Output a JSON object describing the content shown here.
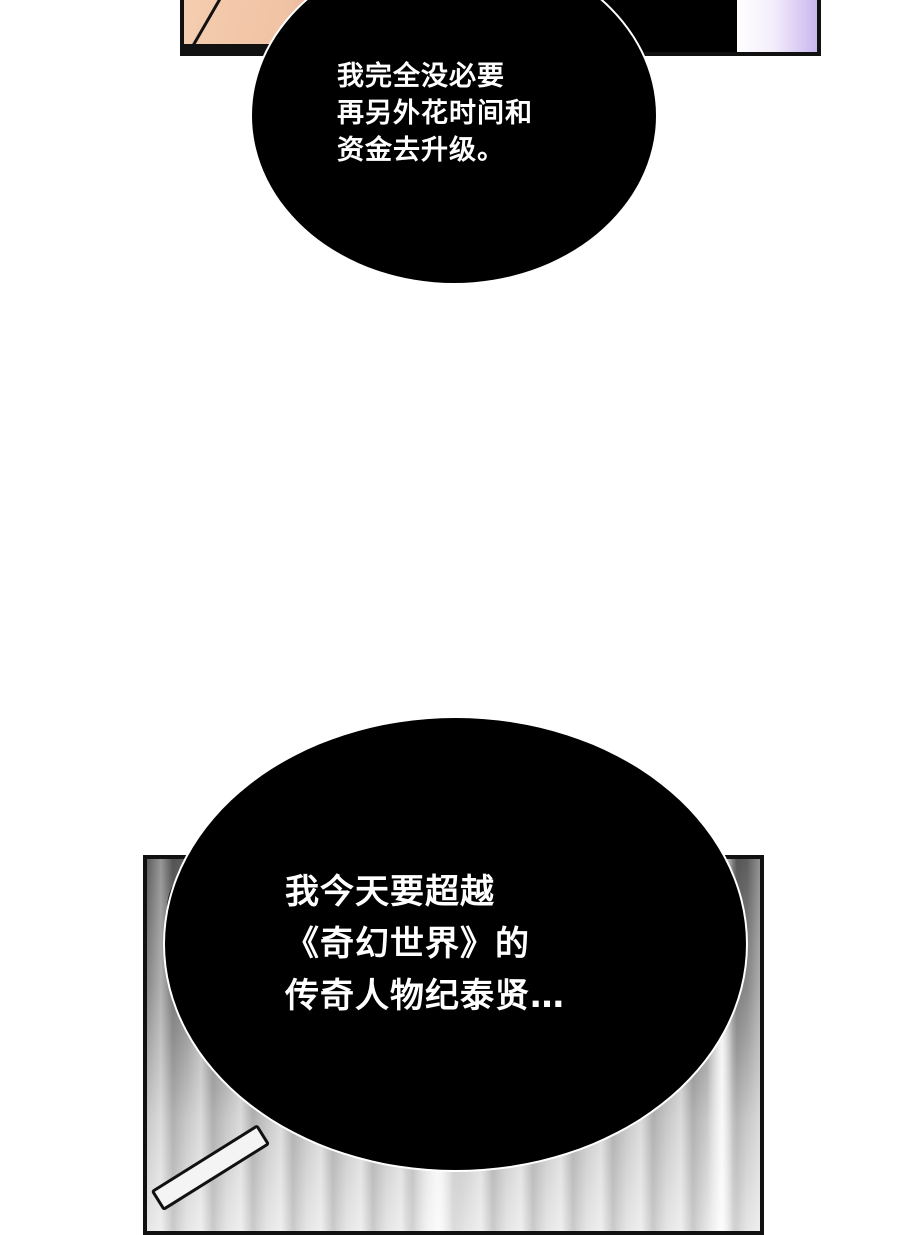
{
  "comic": {
    "panels": [
      {
        "id": "top",
        "description": "character close-up cropped at top",
        "colors": {
          "skin": "#f5cdb0",
          "background": "#000000",
          "glow": "#c9b6ef"
        }
      },
      {
        "id": "bottom",
        "description": "grayscale metallic streak background",
        "colors": {
          "base": "#8a8a8a"
        }
      }
    ],
    "bubbles": [
      {
        "id": "bubble-1",
        "lines": [
          "我完全没必要",
          "再另外花时间和",
          "资金去升级。"
        ]
      },
      {
        "id": "bubble-2",
        "lines": [
          "我今天要超越",
          "《奇幻世界》的",
          "传奇人物纪泰贤…"
        ]
      }
    ]
  }
}
